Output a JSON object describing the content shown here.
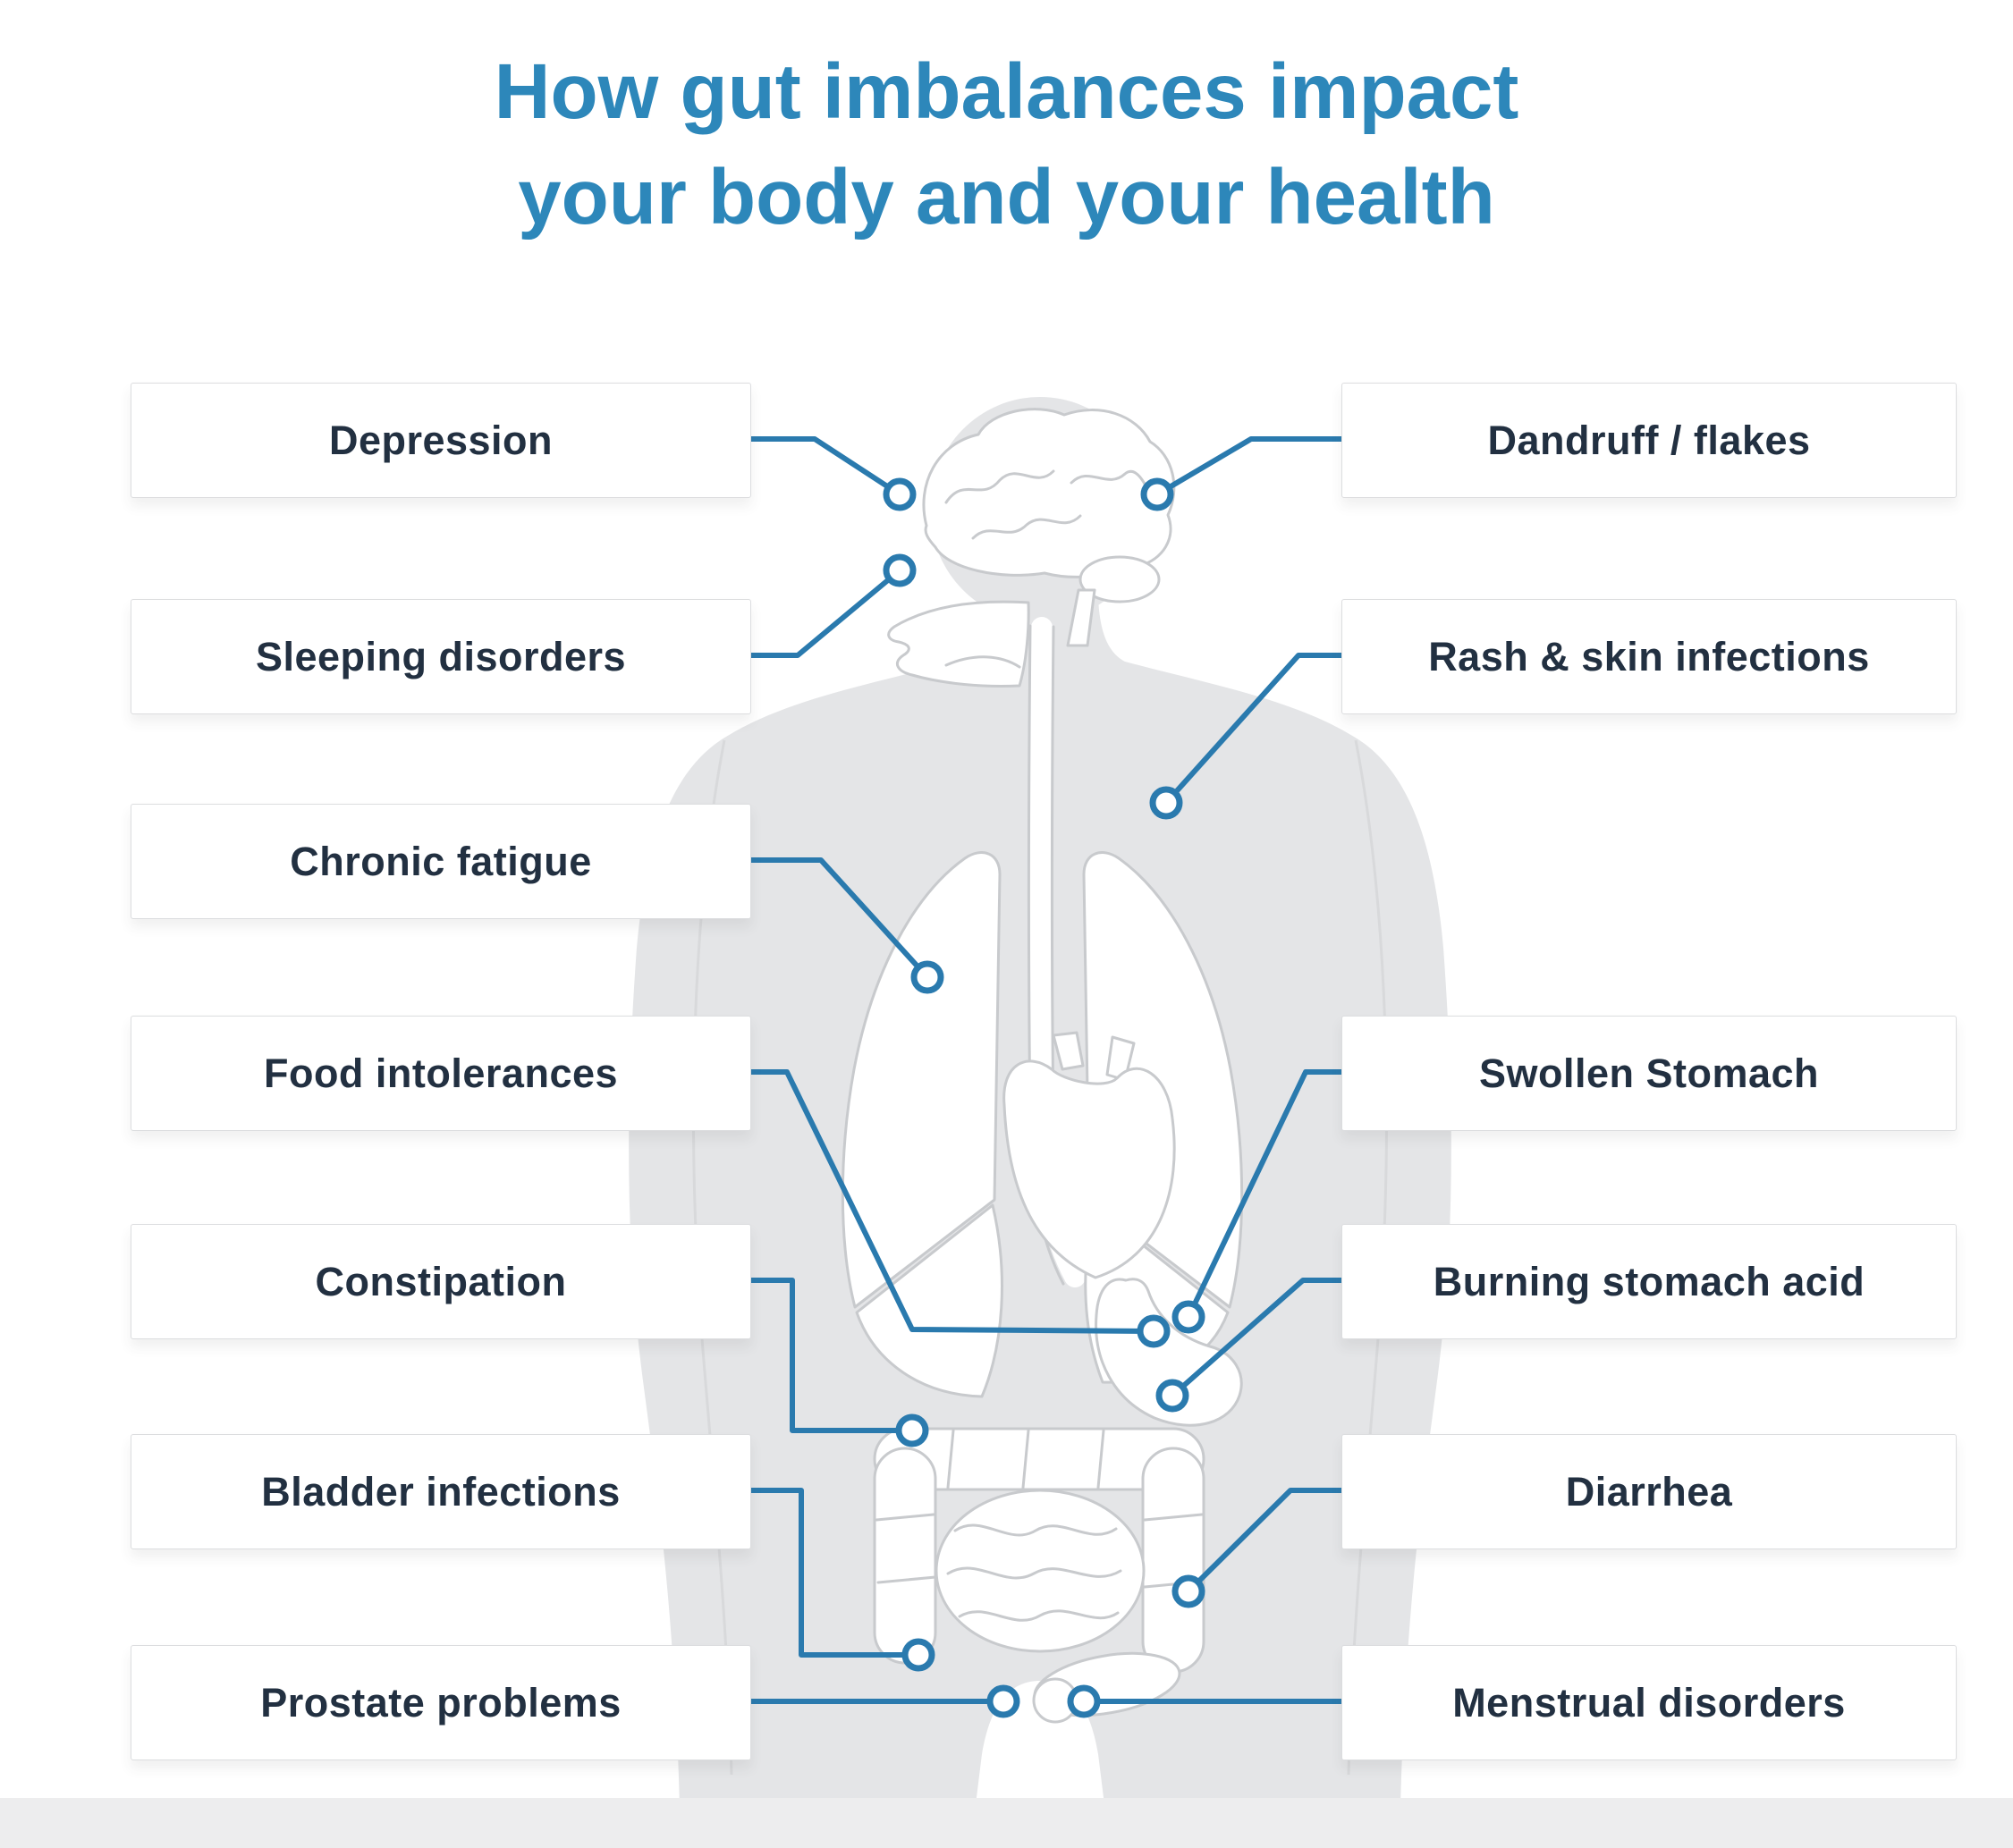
{
  "title": {
    "line1": "How gut imbalances impact",
    "line2": "your body and your health"
  },
  "left_labels": [
    "Depression",
    "Sleeping disorders",
    "Chronic fatigue",
    "Food intolerances",
    "Constipation",
    "Bladder infections",
    "Prostate problems"
  ],
  "right_labels": [
    "Dandruff / flakes",
    "Rash & skin infections",
    "Swollen Stomach",
    "Burning stomach acid",
    "Diarrhea",
    "Menstrual disorders"
  ],
  "colors": {
    "title_blue": "#2d87ba",
    "connector_blue": "#2a7aae",
    "label_text": "#223041",
    "silhouette_gray": "#e4e5e7",
    "organ_outline": "#c8cacd",
    "box_border": "#dcdddf",
    "footer_gray": "#ededee"
  },
  "organs": [
    "brain",
    "mouth-throat",
    "esophagus",
    "lungs",
    "heart",
    "liver",
    "stomach",
    "large-intestine",
    "small-intestine"
  ]
}
